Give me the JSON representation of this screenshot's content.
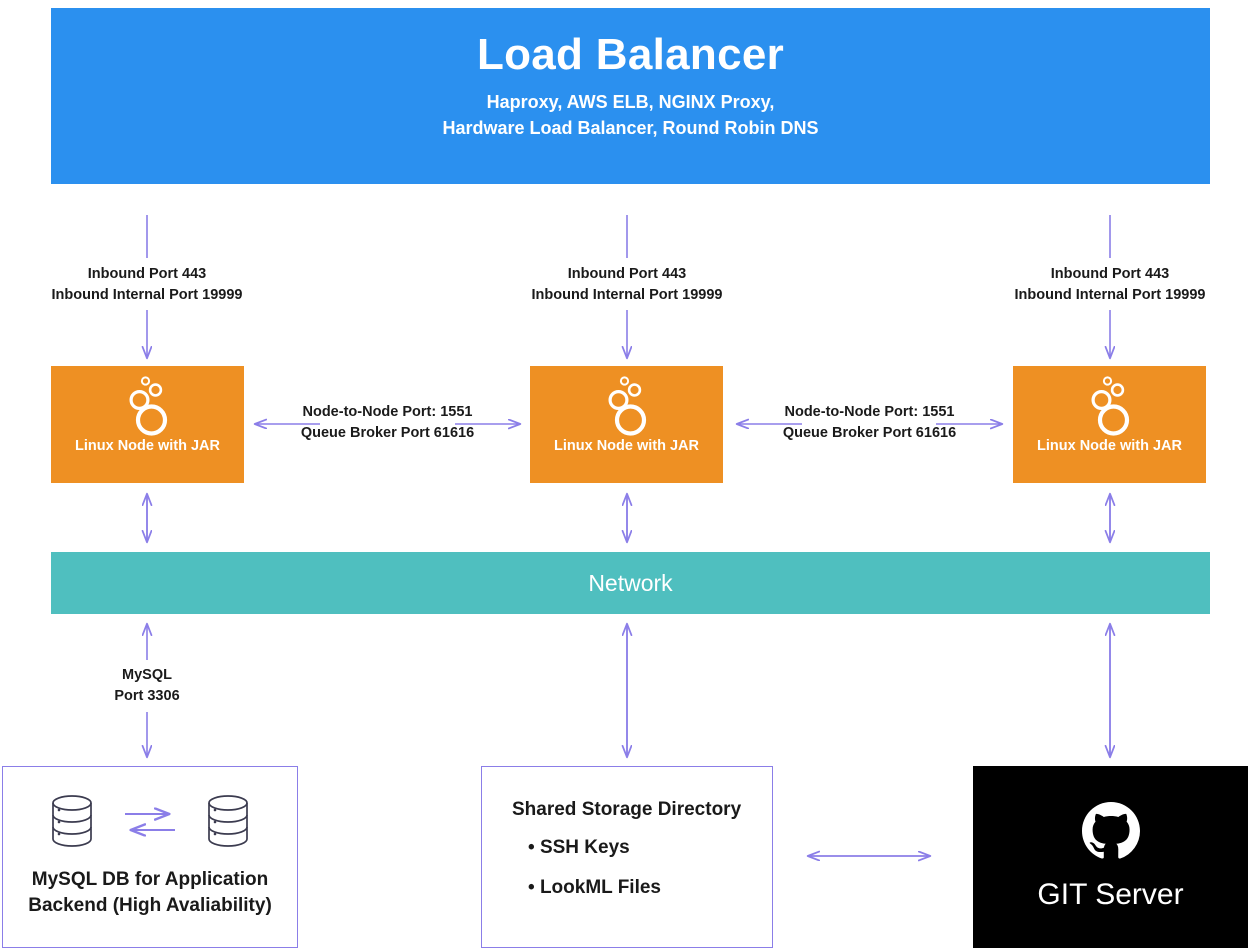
{
  "load_balancer": {
    "title": "Load Balancer",
    "subtitle_line1": "Haproxy, AWS ELB, NGINX Proxy,",
    "subtitle_line2": "Hardware Load Balancer, Round Robin DNS",
    "color": "#2b90ef"
  },
  "inbound_labels": [
    {
      "line1": "Inbound Port 443",
      "line2": "Inbound Internal Port 19999"
    },
    {
      "line1": "Inbound Port 443",
      "line2": "Inbound Internal Port 19999"
    },
    {
      "line1": "Inbound Port 443",
      "line2": "Inbound Internal Port 19999"
    }
  ],
  "nodes": [
    {
      "label": "Linux Node with JAR",
      "icon": "looker-logo-icon",
      "color": "#ee9023"
    },
    {
      "label": "Linux Node with JAR",
      "icon": "looker-logo-icon",
      "color": "#ee9023"
    },
    {
      "label": "Linux Node with JAR",
      "icon": "looker-logo-icon",
      "color": "#ee9023"
    }
  ],
  "node_to_node_labels": [
    {
      "line1": "Node-to-Node Port: 1551",
      "line2": "Queue Broker Port 61616"
    },
    {
      "line1": "Node-to-Node Port: 1551",
      "line2": "Queue Broker Port 61616"
    }
  ],
  "network": {
    "label": "Network",
    "color": "#4fbfbf"
  },
  "mysql_link": {
    "line1": "MySQL",
    "line2": "Port 3306"
  },
  "database_box": {
    "caption_line1": "MySQL DB for Application",
    "caption_line2": "Backend (High Avaliability)",
    "icon": "database-cylinder-icon",
    "border_color": "#8b7ee8"
  },
  "storage_box": {
    "title": "Shared Storage Directory",
    "items": [
      "SSH Keys",
      "LookML Files"
    ],
    "border_color": "#8b7ee8"
  },
  "git_box": {
    "label": "GIT Server",
    "icon": "github-octocat-icon",
    "background": "#000000"
  },
  "arrow_color": "#8b7ee8"
}
